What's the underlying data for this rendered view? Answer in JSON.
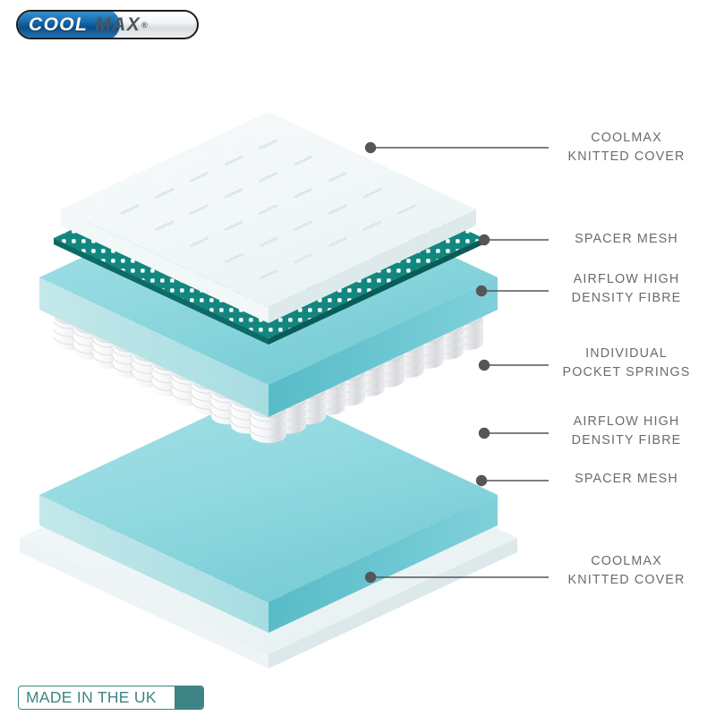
{
  "brand": {
    "logo": {
      "name": "coolmax-logo",
      "word_primary": "COOL",
      "word_secondary": "MAX",
      "registered_mark": "®"
    },
    "badge": {
      "name": "made-in-uk-badge",
      "text": "MADE IN THE UK",
      "accent_color": "#3f8484"
    }
  },
  "diagram": {
    "type": "exploded-layer-diagram",
    "subject": "mattress construction",
    "label_text_color": "#6b6b70",
    "leader_line_color": "#55555a",
    "layers": [
      {
        "index": 1,
        "label": "COOLMAX\nKNITTED COVER",
        "material": "knitted-cover",
        "color_top": "#f4f9fa",
        "color_side": "#dfeaec",
        "texture": "fine-dot-knit-with-tufting"
      },
      {
        "index": 2,
        "label": "SPACER MESH",
        "material": "spacer-mesh",
        "color_top": "#1a8d85",
        "color_side": "#0f6e68",
        "texture": "perforated-white-dots"
      },
      {
        "index": 3,
        "label": "AIRFLOW HIGH\nDENSITY FIBRE",
        "material": "airflow-fibre",
        "color_top": "#7fd3dc",
        "color_side": "#b8e2e6",
        "texture": "solid-foam-slab"
      },
      {
        "index": 4,
        "label": "INDIVIDUAL\nPOCKET SPRINGS",
        "material": "pocket-springs",
        "color_top": "#ffffff",
        "color_side": "#d8dade",
        "texture": "cylindrical-pocket-grid"
      },
      {
        "index": 5,
        "label": "AIRFLOW HIGH\nDENSITY FIBRE",
        "material": "airflow-fibre",
        "color_top": "#7fd3dc",
        "color_side": "#b8e2e6",
        "texture": "solid-foam-slab"
      },
      {
        "index": 6,
        "label": "SPACER MESH",
        "material": "spacer-mesh",
        "color_top": "#1a8d85",
        "color_side": "#0f6e68",
        "texture": "perforated-white-dots"
      },
      {
        "index": 7,
        "label": "COOLMAX\nKNITTED COVER",
        "material": "knitted-cover",
        "color_top": "#f0f6f7",
        "color_side": "#e2ecee",
        "texture": "fine-dot-knit"
      }
    ]
  }
}
